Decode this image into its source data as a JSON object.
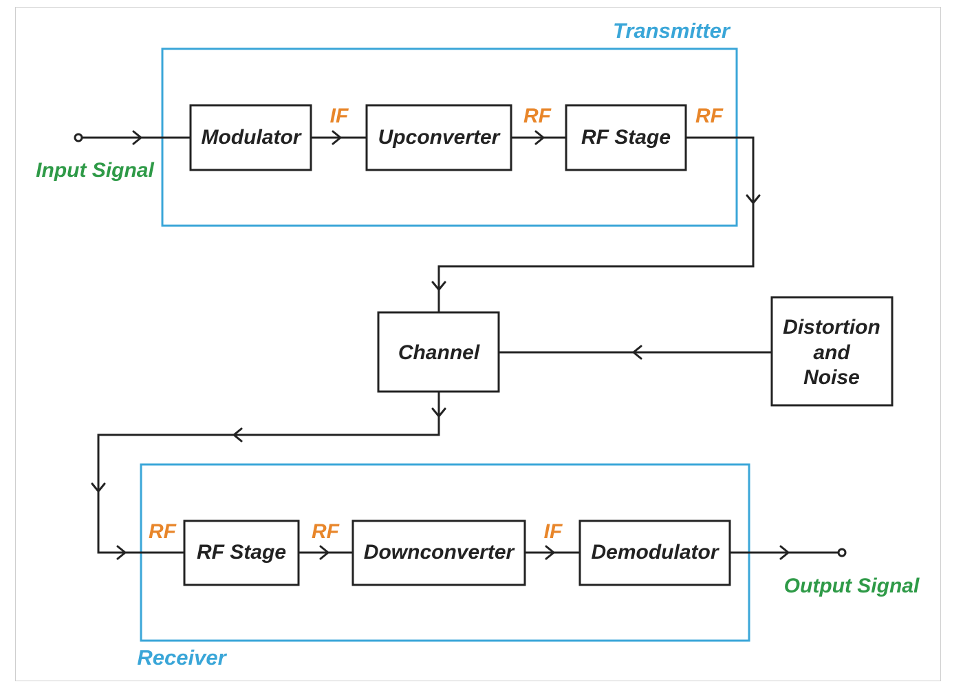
{
  "colors": {
    "group_border": "#3aa6d8",
    "signal_label": "#e8862a",
    "io_label": "#2e9a47",
    "line": "#222222"
  },
  "transmitter": {
    "title": "Transmitter",
    "blocks": [
      "Modulator",
      "Upconverter",
      "RF Stage"
    ],
    "signals": [
      "IF",
      "RF",
      "RF"
    ]
  },
  "input_signal": "Input Signal",
  "channel": "Channel",
  "distortion": [
    "Distortion",
    "and",
    "Noise"
  ],
  "receiver": {
    "title": "Receiver",
    "blocks": [
      "RF Stage",
      "Downconverter",
      "Demodulator"
    ],
    "signals": [
      "RF",
      "RF",
      "IF"
    ]
  },
  "output_signal": "Output Signal"
}
